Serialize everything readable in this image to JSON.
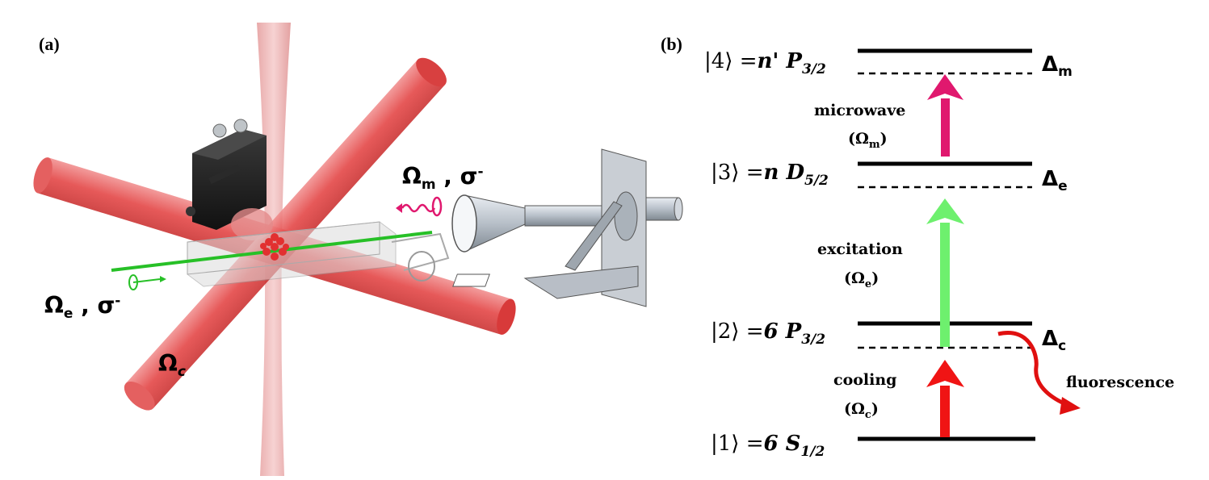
{
  "panel_a": {
    "tag": "(a)",
    "label_m": "Ωm , σ-",
    "label_m_main": "Ω",
    "label_m_sub": "m",
    "label_m_pol": " , σ",
    "label_m_pol_sup": "-",
    "label_e_main": "Ω",
    "label_e_sub": "e",
    "label_e_pol": " , σ",
    "label_e_pol_sup": "-",
    "label_c_main": "Ω",
    "label_c_sub": "c"
  },
  "panel_b": {
    "tag": "(b)",
    "levels": [
      {
        "ket": "|4⟩ =",
        "n": "n' P",
        "sub": "3/2",
        "detuning": "Δ",
        "detuning_sub": "m"
      },
      {
        "ket": "|3⟩ =",
        "n": "n D",
        "sub": "5/2",
        "detuning": "Δ",
        "detuning_sub": "e"
      },
      {
        "ket": "|2⟩ =",
        "n": "6 P",
        "sub": "3/2",
        "detuning": "Δ",
        "detuning_sub": "c"
      },
      {
        "ket": "|1⟩ =",
        "n": "6 S",
        "sub": "1/2"
      }
    ],
    "transitions": [
      {
        "name": "microwave",
        "rabi": "(Ω",
        "rabi_sub": "m",
        "color": "#e0186e"
      },
      {
        "name": "excitation",
        "rabi": "(Ω",
        "rabi_sub": "e",
        "color": "#6ef06e"
      },
      {
        "name": "cooling",
        "rabi": "(Ω",
        "rabi_sub": "c",
        "color": "#f01414"
      }
    ],
    "decay": {
      "name": "fluorescence",
      "color": "#e01010"
    }
  }
}
